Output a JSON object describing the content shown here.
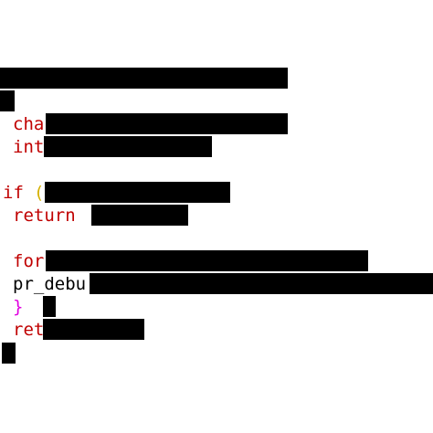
{
  "code": {
    "lines": [
      {
        "tokens": []
      },
      {
        "tokens": []
      },
      {
        "tokens": [
          {
            "text": "cha",
            "style": "keyword"
          }
        ]
      },
      {
        "tokens": [
          {
            "text": "int",
            "style": "keyword"
          }
        ]
      },
      {
        "tokens": []
      },
      {
        "tokens": [
          {
            "text": "if",
            "style": "keyword"
          },
          {
            "text": "(",
            "style": "paren"
          }
        ]
      },
      {
        "tokens": [
          {
            "text": "return",
            "style": "keyword"
          }
        ]
      },
      {
        "tokens": []
      },
      {
        "tokens": [
          {
            "text": "for",
            "style": "keyword"
          }
        ]
      },
      {
        "tokens": [
          {
            "text": "pr_debu",
            "style": "plain"
          }
        ]
      },
      {
        "tokens": [
          {
            "text": "}",
            "style": "brace"
          }
        ]
      },
      {
        "tokens": [
          {
            "text": "ret",
            "style": "keyword"
          }
        ]
      },
      {
        "tokens": []
      }
    ]
  },
  "colors": {
    "background": "#ffffff",
    "keyword": "#c00000",
    "plain": "#000000",
    "brace": "#e000e0",
    "paren": "#d4b000",
    "redaction": "#000000"
  }
}
